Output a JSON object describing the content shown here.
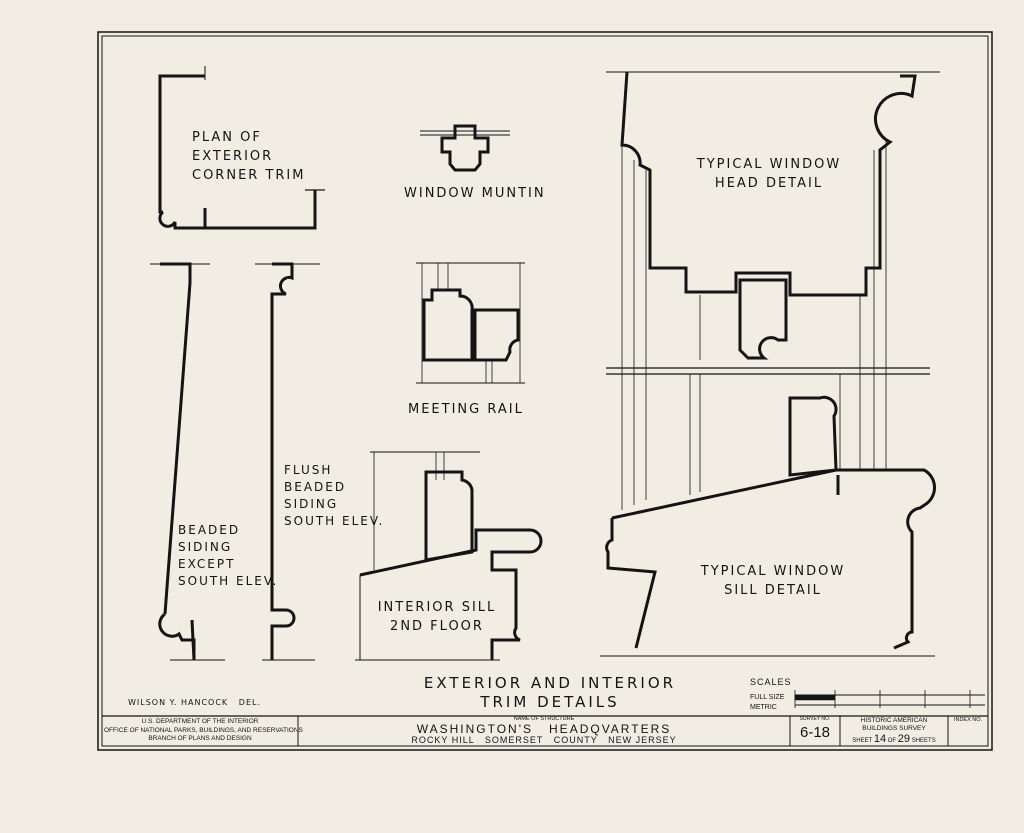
{
  "colors": {
    "paper": "#f1ede3",
    "ink": "#141414"
  },
  "labels": {
    "plan_corner": "PLAN OF\nEXTERIOR\nCORNER TRIM",
    "window_muntin": "WINDOW MUNTIN",
    "window_head": "TYPICAL WINDOW\nHEAD DETAIL",
    "meeting_rail": "MEETING RAIL",
    "flush_beaded": "FLUSH\nBEADED\nSIDING\nSOUTH ELEV.",
    "beaded_siding": "BEADED\nSIDING\nEXCEPT\nSOUTH ELEV.",
    "interior_sill": "INTERIOR SILL\n2ND FLOOR",
    "window_sill": "TYPICAL WINDOW\nSILL DETAIL",
    "sheet_title": "EXTERIOR AND INTERIOR\nTRIM DETAILS",
    "delineator": "WILSON Y. HANCOCK   DEL."
  },
  "scales": {
    "title": "SCALES",
    "full_size": "FULL SIZE",
    "metric": "METRIC"
  },
  "title_block": {
    "agency": "U.S. DEPARTMENT OF THE INTERIOR\nOFFICE OF NATIONAL PARKS, BUILDINGS, AND RESERVATIONS\nBRANCH OF PLANS AND DESIGN",
    "name_caption": "NAME OF STRUCTURE",
    "structure_name": "WASHINGTON'S   HEADQVARTERS",
    "location": "ROCKY HILL   SOMERSET   COUNTY   NEW JERSEY",
    "survey_caption": "SURVEY NO.",
    "survey_no": "6-18",
    "habs": "HISTORIC AMERICAN\nBUILDINGS SURVEY",
    "sheet_caption": "SHEET",
    "sheet_no": "14",
    "of_text": "OF",
    "sheet_total": "29",
    "sheets_text": "SHEETS",
    "index_caption": "INDEX NO."
  }
}
